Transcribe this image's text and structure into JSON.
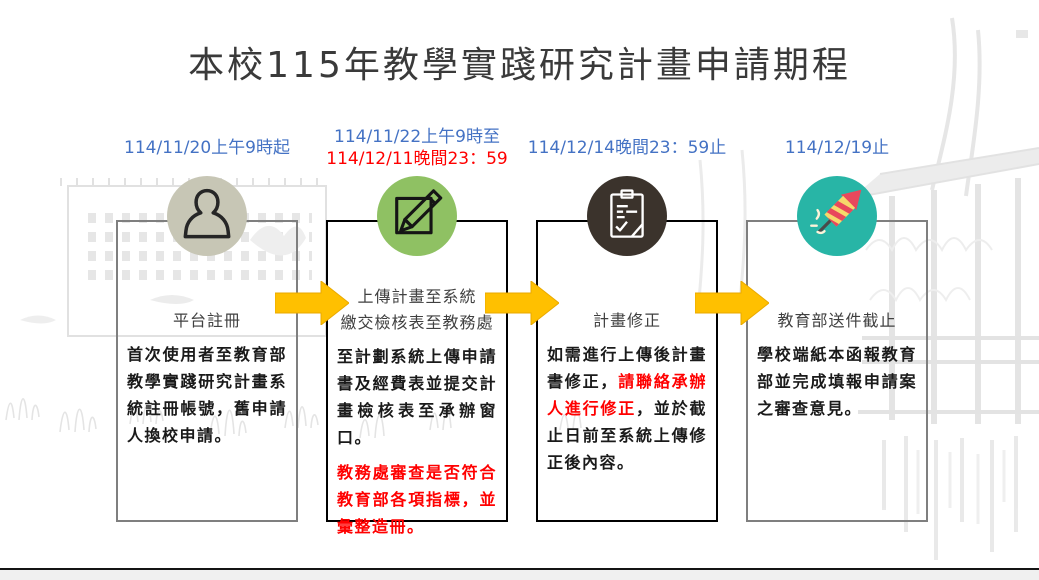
{
  "title": "本校115年教學實踐研究計畫申請期程",
  "colors": {
    "date_blue": "#4472C4",
    "alert_red": "#FF0000",
    "arrow_gold": "#FFC000",
    "body_text": "#1a1a1a",
    "heading_text": "#404040"
  },
  "steps": [
    {
      "name": "platform-registration",
      "icon": "person-icon",
      "circle_color": "#C7C6B5",
      "box_border": "#7f7f7f",
      "two_line_heading": false,
      "dates": [
        {
          "text": "114/11/20上午9時起",
          "color": "#4472C4"
        }
      ],
      "heading": [
        "平台註冊"
      ],
      "paragraphs": [
        {
          "segments": [
            {
              "text": "首次使用者至教育部教學實踐研究計畫系統註冊帳號，舊申請人換校申請。",
              "color": "#1a1a1a"
            }
          ]
        }
      ]
    },
    {
      "name": "upload-plan-and-checklist",
      "icon": "pencil-edit-icon",
      "circle_color": "#8FC163",
      "box_border": "#000000",
      "two_line_heading": true,
      "dates": [
        {
          "text": "114/11/22上午9時至",
          "color": "#4472C4"
        },
        {
          "text": "114/12/11晚間23：59",
          "color": "#FF0000"
        }
      ],
      "heading": [
        "上傳計畫至系統",
        "繳交檢核表至教務處"
      ],
      "paragraphs": [
        {
          "segments": [
            {
              "text": "至計劃系統上傳申請書及經費表並提交計畫檢核表至承辦窗口。",
              "color": "#1a1a1a"
            }
          ]
        },
        {
          "segments": [
            {
              "text": "教務處審查是否符合教育部各項指標，並彙整造冊。",
              "color": "#FF0000"
            }
          ]
        }
      ]
    },
    {
      "name": "plan-revision",
      "icon": "clipboard-check-icon",
      "circle_color": "#3B332C",
      "box_border": "#000000",
      "two_line_heading": false,
      "dates": [
        {
          "text": "114/12/14晚間23：59止",
          "color": "#4472C4"
        }
      ],
      "heading": [
        "計畫修正"
      ],
      "paragraphs": [
        {
          "segments": [
            {
              "text": "如需進行上傳後計畫書修正，",
              "color": "#1a1a1a"
            },
            {
              "text": "請聯絡承辦人進行修正",
              "color": "#FF0000"
            },
            {
              "text": "，並於截止日前至系統上傳修正後內容。",
              "color": "#1a1a1a"
            }
          ]
        }
      ]
    },
    {
      "name": "moe-submission-deadline",
      "icon": "firecracker-icon",
      "circle_color": "#28B5A6",
      "box_border": "#7f7f7f",
      "two_line_heading": false,
      "dates": [
        {
          "text": "114/12/19止",
          "color": "#4472C4"
        }
      ],
      "heading": [
        "教育部送件截止"
      ],
      "paragraphs": [
        {
          "segments": [
            {
              "text": "學校端紙本函報教育部並完成填報申請案之審查意見。",
              "color": "#1a1a1a"
            }
          ]
        }
      ]
    }
  ]
}
